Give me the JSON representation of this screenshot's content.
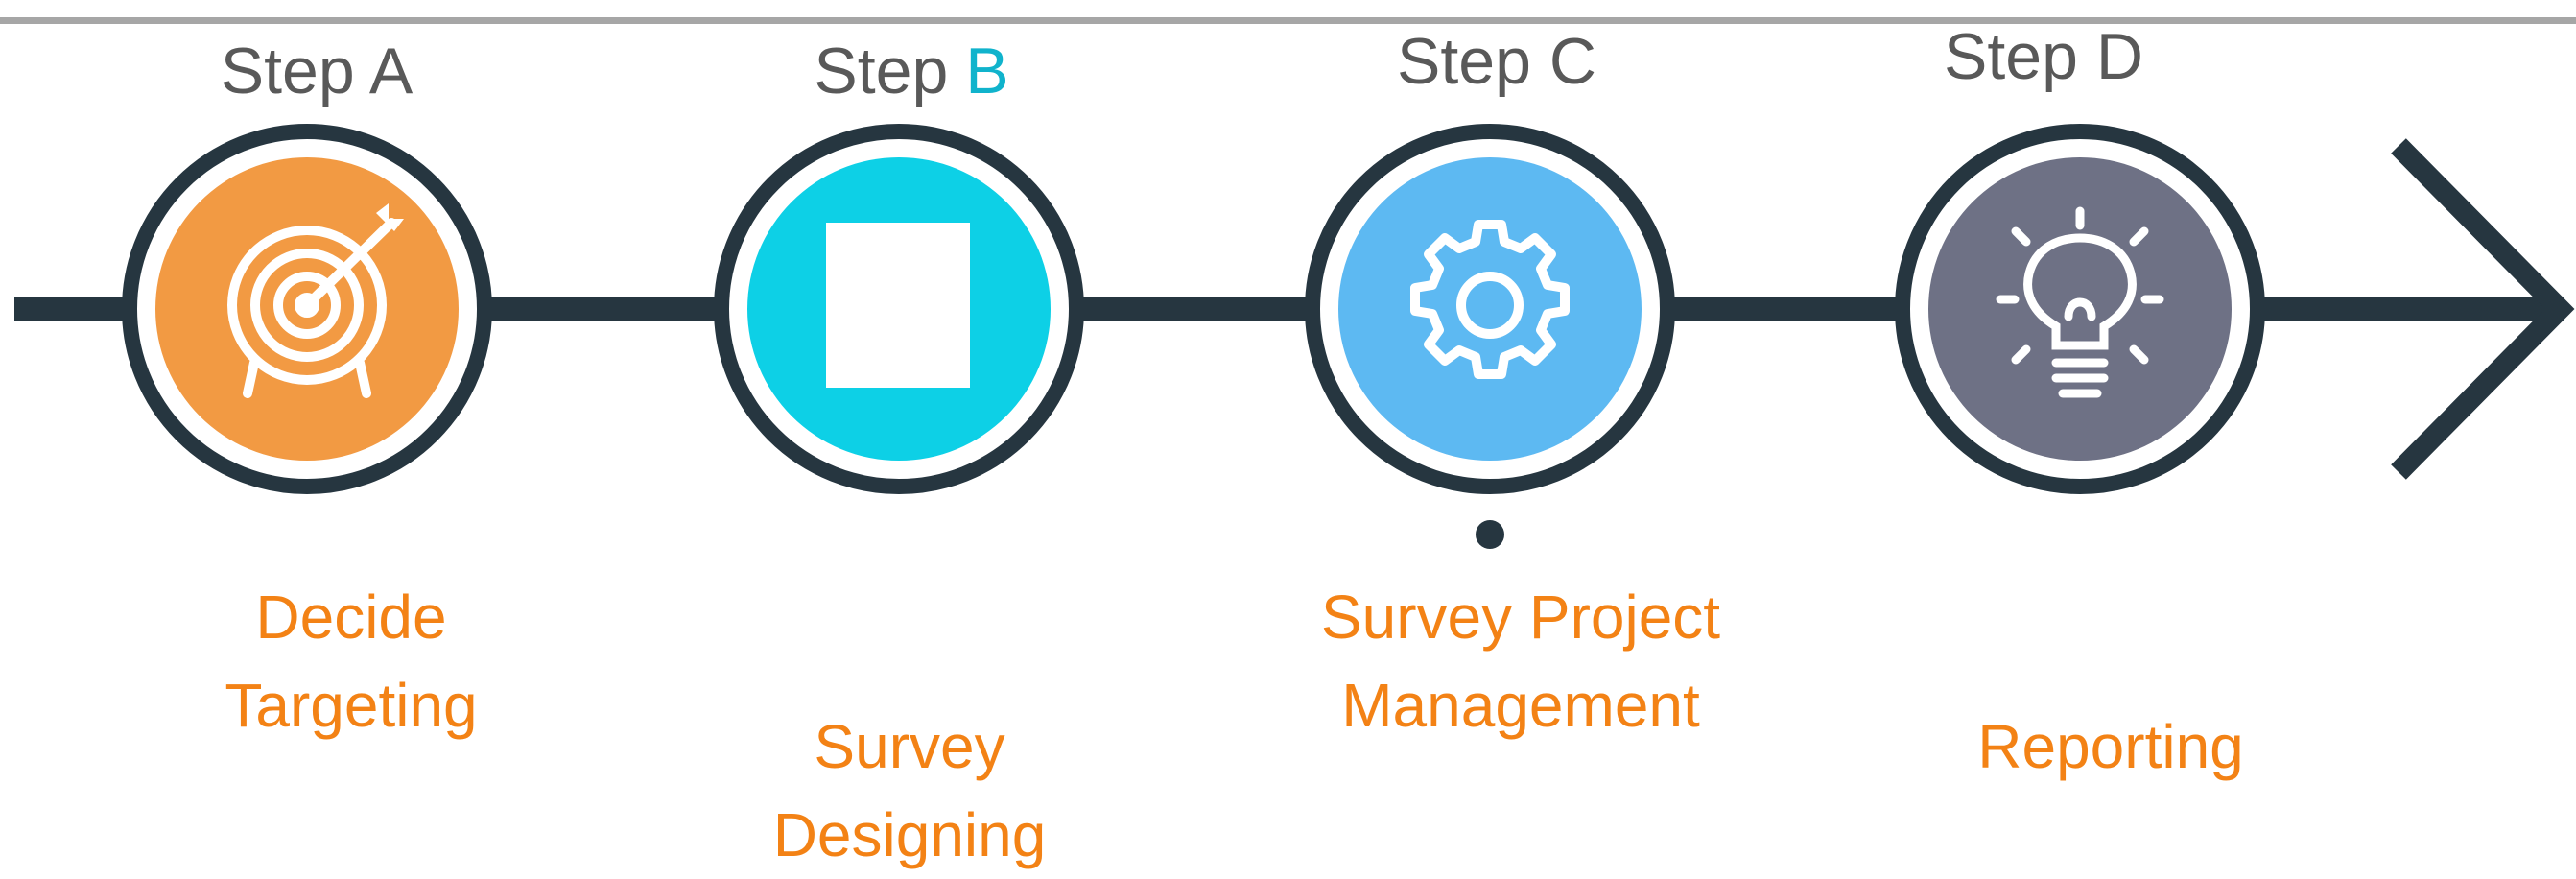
{
  "colors": {
    "line": "#263640",
    "step_text": "#595959",
    "desc_text": "#f38215",
    "step_b_accent": "#10b3cc",
    "topbar": "#a6a6a6",
    "fill_a": "#f29a43",
    "fill_b": "#0dd0e6",
    "fill_c": "#5db9f2",
    "fill_d": "#6e7185"
  },
  "steps": [
    {
      "label": "Step A",
      "icon": "target-icon",
      "desc_lines": [
        "Decide",
        "Targeting"
      ]
    },
    {
      "label_prefix": "Step",
      "label_letter": "B",
      "icon": "blank-square-icon",
      "desc_lines": [
        "Survey",
        "Designing"
      ]
    },
    {
      "label": "Step C",
      "icon": "gear-icon",
      "desc_lines": [
        "Survey Project",
        "Management"
      ]
    },
    {
      "label": "Step D",
      "icon": "lightbulb-icon",
      "desc_lines": [
        "Reporting"
      ]
    }
  ]
}
